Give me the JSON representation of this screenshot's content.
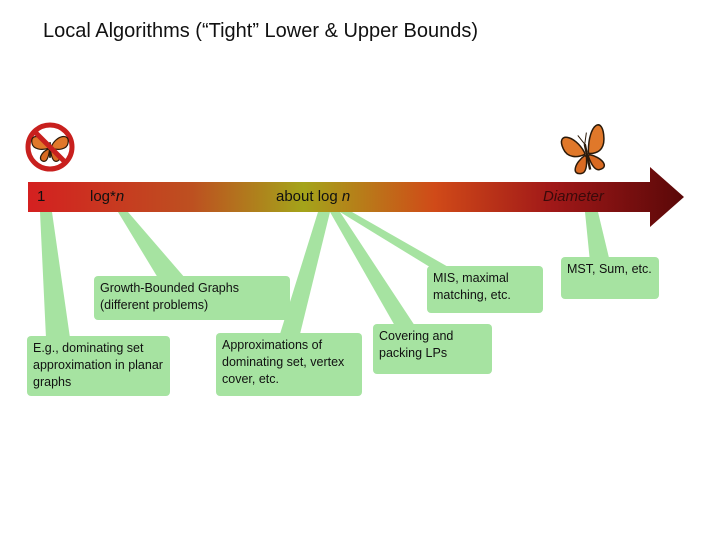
{
  "title": "Local Algorithms (“Tight” Lower & Upper Bounds)",
  "axis": {
    "label_1": "1",
    "label_logstar_prefix": "log*",
    "label_logstar_var": "n",
    "label_logn_prefix": "about log ",
    "label_logn_var": "n",
    "label_diameter": "Diameter"
  },
  "callouts": {
    "growth_bounded": "Growth-Bounded Graphs (different problems)",
    "dominating_planar": "E.g., dominating set approximation in planar graphs",
    "approximations": "Approximations of dominating set, vertex cover, etc.",
    "covering_packing": "Covering and packing LPs",
    "mis_matching": "MIS, maximal matching, etc.",
    "mst_sum": "MST, Sum, etc."
  },
  "icons": [
    "no-butterfly-icon",
    "butterfly-icon"
  ],
  "colors": {
    "arrow_start": "#d21f1f",
    "arrow_middle": "#a2a81a",
    "arrow_end": "#5c0a0a",
    "callout_fill": "#a6e3a1",
    "prohibition": "#c8201e",
    "butterfly_orange": "#e0782a"
  }
}
